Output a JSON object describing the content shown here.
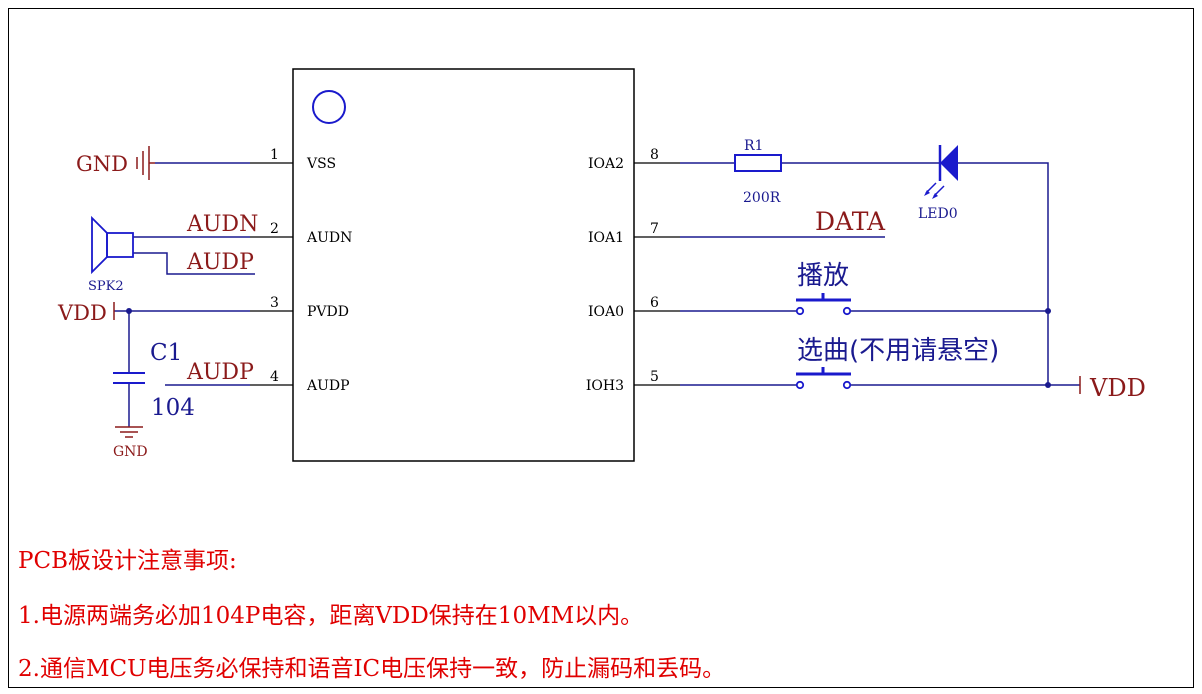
{
  "chip": {
    "pins_left": [
      {
        "num": "1",
        "name": "VSS"
      },
      {
        "num": "2",
        "name": "AUDN"
      },
      {
        "num": "3",
        "name": "PVDD"
      },
      {
        "num": "4",
        "name": "AUDP"
      }
    ],
    "pins_right": [
      {
        "num": "8",
        "name": "IOA2"
      },
      {
        "num": "7",
        "name": "IOA1"
      },
      {
        "num": "6",
        "name": "IOA0"
      },
      {
        "num": "5",
        "name": "IOH3"
      }
    ]
  },
  "nets": {
    "gnd_left": "GND",
    "audn": "AUDN",
    "audp_speaker": "AUDP",
    "vdd_left": "VDD",
    "audp_pin4": "AUDP",
    "data": "DATA",
    "vdd_right": "VDD",
    "gnd_bottom": "GND"
  },
  "components": {
    "speaker": "SPK2",
    "capacitor_ref": "C1",
    "capacitor_value": "104",
    "resistor_ref": "R1",
    "resistor_value": "200R",
    "led": "LED0",
    "switch_play": "播放",
    "switch_select": "选曲(不用请悬空)"
  },
  "notes": [
    "PCB板设计注意事项:",
    "1.电源两端务必加104P电容，距离VDD保持在10MM以内。",
    "2.通信MCU电压务必保持和语音IC电压保持一致，防止漏码和丢码。"
  ],
  "colors": {
    "wire": "#1a1a8f",
    "net_label": "#8b1a1a",
    "component": "#1a1acc",
    "note_text": "#e00000"
  }
}
